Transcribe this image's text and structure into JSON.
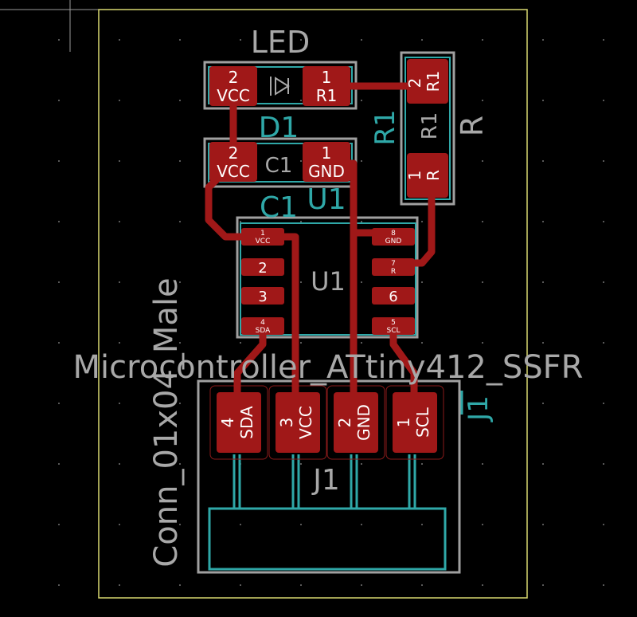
{
  "labels": {
    "led_value": "LED",
    "d1_ref": "D1",
    "c1_silk": "C1",
    "c1_ref": "C1",
    "u1_ref_top": "U1",
    "u1_center": "U1",
    "mcu_value": "Microcontroller_ATtiny412_SSFR",
    "j1_center": "J1",
    "conn_value": "Conn_01x04_Male",
    "j1_ref": "J1",
    "r1_ref": "R1",
    "r1_silk": "R1",
    "r_value": "R"
  },
  "pads": {
    "led2": {
      "num": "2",
      "net": "VCC"
    },
    "led1": {
      "num": "1",
      "net": "R1"
    },
    "c2": {
      "num": "2",
      "net": "VCC"
    },
    "c1": {
      "num": "1",
      "net": "GND"
    },
    "r2": {
      "num": "2",
      "net": "R1"
    },
    "r1": {
      "num": "1",
      "net": "R"
    },
    "u1": {
      "p1num": "1",
      "p1net": "VCC",
      "p2": "2",
      "p3": "3",
      "p4num": "4",
      "p4net": "SDA",
      "p8num": "8",
      "p8net": "GND",
      "p7num": "7",
      "p7net": "R",
      "p6": "6",
      "p5num": "5",
      "p5net": "SCL"
    },
    "j4": {
      "num": "4",
      "net": "SDA"
    },
    "j3": {
      "num": "3",
      "net": "VCC"
    },
    "j2": {
      "num": "2",
      "net": "GND"
    },
    "j1": {
      "num": "1",
      "net": "SCL"
    }
  },
  "colors": {
    "background": "#000000",
    "copper": "#a01818",
    "fab": "#2fa8a8",
    "courtyard": "#a0a0a0",
    "edge_cuts": "#d8d870",
    "pad_text": "#ffffff"
  }
}
